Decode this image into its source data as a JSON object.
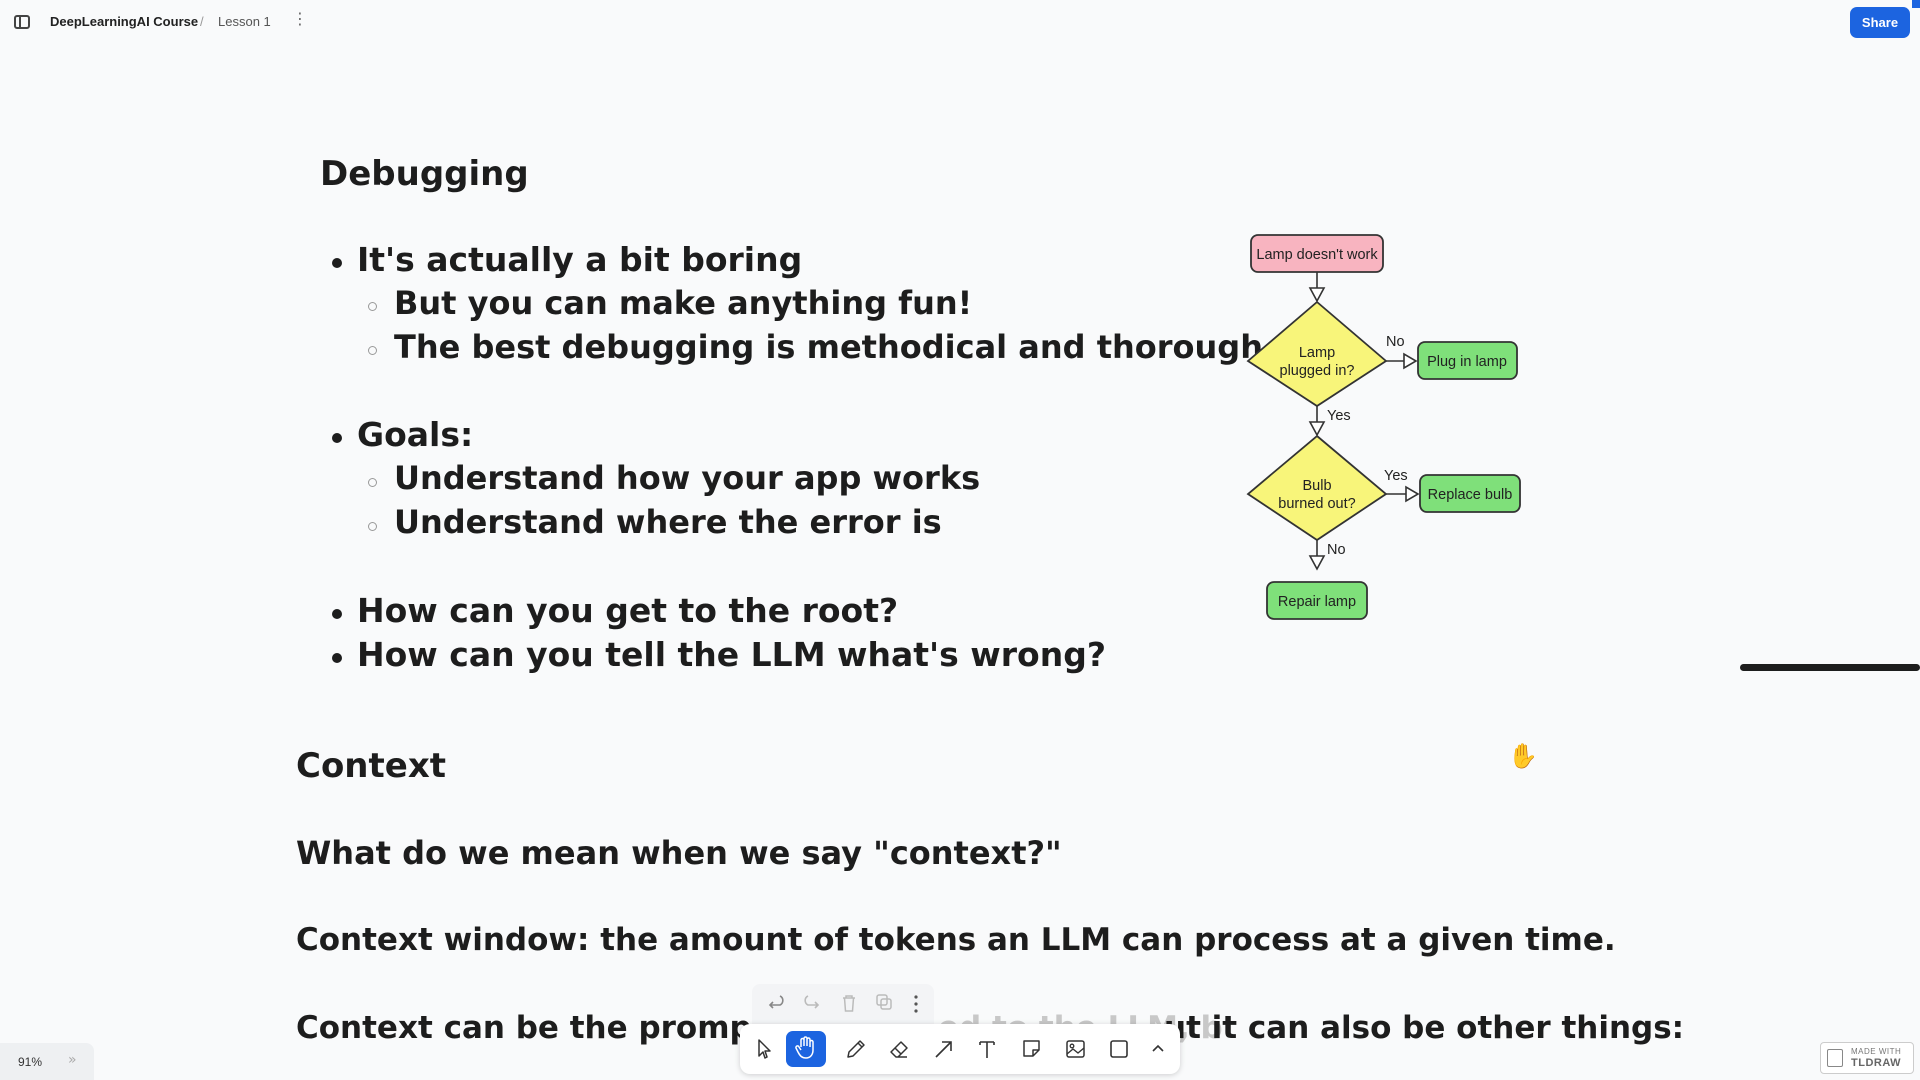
{
  "header": {
    "breadcrumb_course": "DeepLearningAI Course",
    "breadcrumb_sep": "/",
    "breadcrumb_lesson": "Lesson 1",
    "share_label": "Share"
  },
  "slide": {
    "debugging_title": "Debugging",
    "b1": "It's actually a bit boring",
    "b1_sub1": "But you can make anything fun!",
    "b1_sub2": "The best debugging is methodical and thorough",
    "b2": "Goals:",
    "b2_sub1": "Understand how your app works",
    "b2_sub2": "Understand where the error is",
    "b3": "How can you get to the root?",
    "b4": "How can you tell the LLM what's wrong?",
    "context_title": "Context",
    "context_q": "What do we mean when we say \"context?\"",
    "context_window": "Context window: the amount of tokens an LLM can process at a given time.",
    "context_prompt_left": "Context can be the prompt",
    "context_prompt_mid": "ed to the LLM, b",
    "context_prompt_right": "ut it can also be other things:"
  },
  "flowchart": {
    "start": "Lamp doesn't work",
    "q1_line1": "Lamp",
    "q1_line2": "plugged in?",
    "q1_no": "No",
    "plug_in": "Plug in lamp",
    "q1_yes": "Yes",
    "q2_line1": "Bulb",
    "q2_line2": "burned out?",
    "q2_yes": "Yes",
    "replace": "Replace bulb",
    "q2_no": "No",
    "repair": "Repair lamp"
  },
  "colors": {
    "start_fill": "#f8b4c0",
    "decision_fill": "#f8f57a",
    "action_fill": "#7fe07a",
    "accent": "#1c64e0"
  },
  "footer": {
    "zoom": "91%",
    "made_with_line1": "MADE WITH",
    "made_with_line2": "TLDRAW"
  },
  "toolbar": {
    "tools": [
      "select-tool",
      "hand-tool",
      "draw-tool",
      "eraser-tool",
      "arrow-tool",
      "text-tool",
      "note-tool",
      "media-tool",
      "rectangle-tool",
      "more-tools"
    ],
    "active": "hand-tool",
    "actions": [
      "undo",
      "redo",
      "delete",
      "duplicate",
      "more-actions"
    ]
  }
}
